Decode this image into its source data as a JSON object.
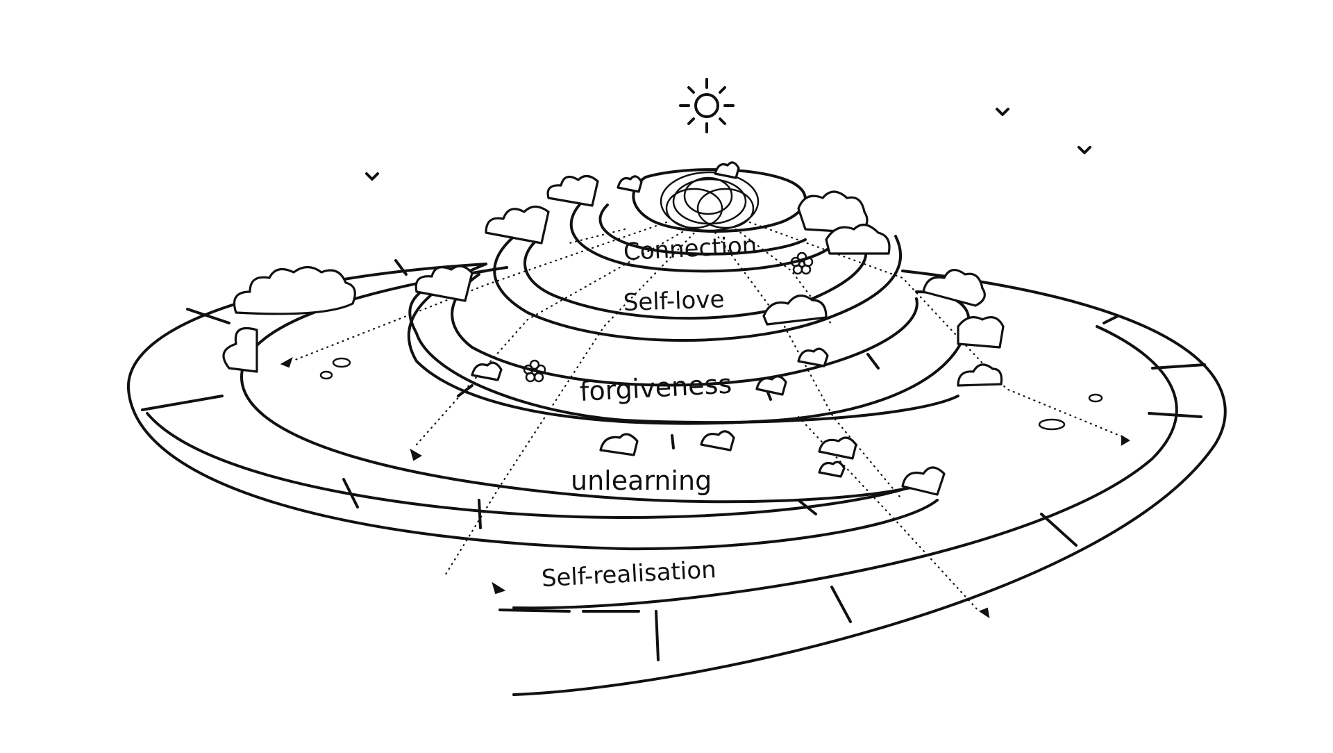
{
  "layers": [
    {
      "id": "connection",
      "label": "Connection"
    },
    {
      "id": "self-love",
      "label": "Self-love"
    },
    {
      "id": "forgiveness",
      "label": "forgiveness"
    },
    {
      "id": "unlearning",
      "label": "unlearning"
    },
    {
      "id": "self-realisation",
      "label": "Self-realisation"
    }
  ],
  "decorations": [
    "sun-icon",
    "bird-icon",
    "flower-icon",
    "bush-icon",
    "interlocking-circles-icon",
    "dotted-arrow-icon"
  ]
}
